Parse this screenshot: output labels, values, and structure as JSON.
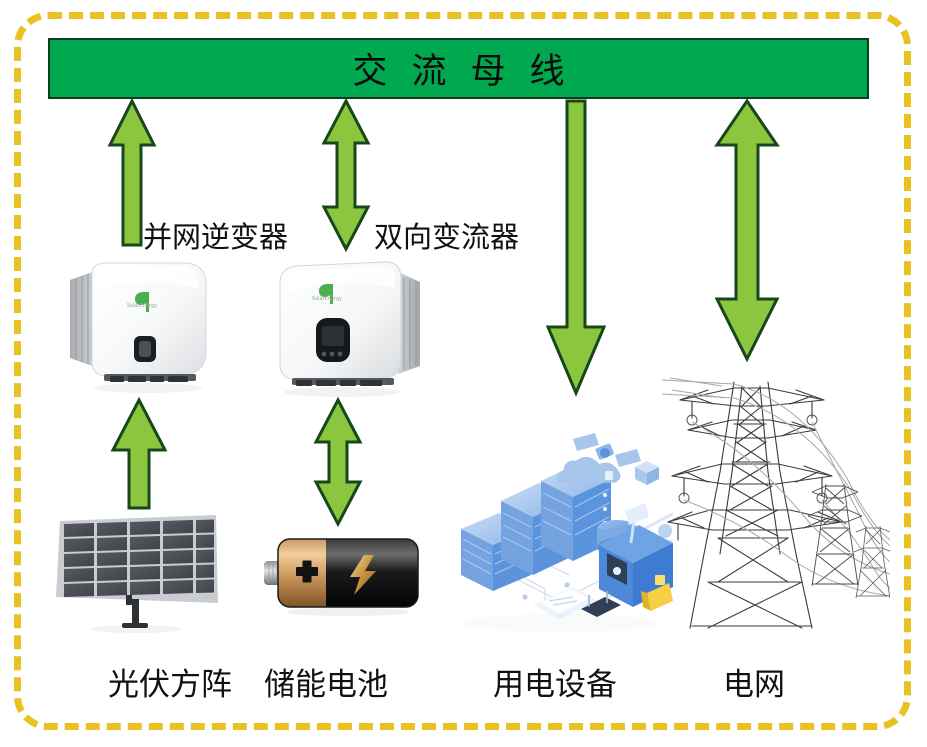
{
  "diagram": {
    "title": "交流母线",
    "frame_color": "#e9c122",
    "bus_color": "#00a94f",
    "arrow_fill": "#8cc63f",
    "arrow_stroke": "#16481c"
  },
  "busbar": {
    "label": "交流母线"
  },
  "inline_labels": [
    {
      "id": "grid-tied-inverter",
      "text": "并网逆变器"
    },
    {
      "id": "bidirectional-converter",
      "text": "双向变流器"
    }
  ],
  "bottom_labels": [
    {
      "id": "pv-array",
      "text": "光伏方阵"
    },
    {
      "id": "battery-storage",
      "text": "储能电池"
    },
    {
      "id": "load-equipment",
      "text": "用电设备"
    },
    {
      "id": "utility-grid",
      "text": "电网"
    }
  ],
  "arrows": [
    {
      "id": "bus-to-inverter",
      "direction": "up",
      "from": "并网逆变器",
      "to": "交流母线"
    },
    {
      "id": "bus-to-converter",
      "direction": "bidirectional",
      "from": "双向变流器",
      "to": "交流母线"
    },
    {
      "id": "bus-to-load",
      "direction": "down",
      "from": "交流母线",
      "to": "用电设备"
    },
    {
      "id": "bus-to-grid",
      "direction": "bidirectional",
      "from": "交流母线",
      "to": "电网"
    },
    {
      "id": "pv-to-inverter",
      "direction": "up",
      "from": "光伏方阵",
      "to": "并网逆变器"
    },
    {
      "id": "battery-to-converter",
      "direction": "bidirectional",
      "from": "储能电池",
      "to": "双向变流器"
    }
  ],
  "devices": [
    {
      "id": "grid-tied-inverter-unit",
      "kind": "inverter",
      "label": "并网逆变器"
    },
    {
      "id": "bidirectional-converter-unit",
      "kind": "converter",
      "label": "双向变流器"
    },
    {
      "id": "pv-array-unit",
      "kind": "solar-panel",
      "label": "光伏方阵"
    },
    {
      "id": "battery-unit",
      "kind": "battery",
      "label": "储能电池"
    },
    {
      "id": "load-unit",
      "kind": "datacenter",
      "label": "用电设备"
    },
    {
      "id": "grid-unit",
      "kind": "transmission-tower",
      "label": "电网"
    }
  ]
}
